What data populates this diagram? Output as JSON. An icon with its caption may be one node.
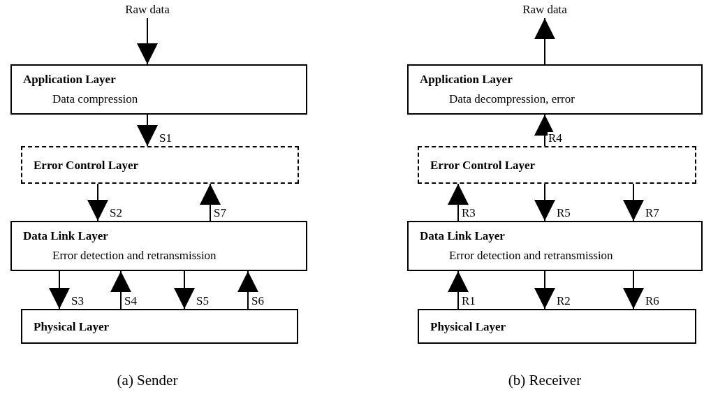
{
  "diagram": {
    "nodes": [
      {
        "text": [
          "Raw data"
        ]
      },
      {
        "text": [
          "Application Layer",
          "Data compression"
        ]
      },
      {
        "text": [
          "Error Control Layer"
        ]
      },
      {
        "text": [
          "Data Link Layer",
          "Error detection and retransmission"
        ]
      },
      {
        "text": [
          "Physical Layer"
        ]
      },
      {
        "text": [
          "Raw data"
        ]
      },
      {
        "text": [
          "Application Layer",
          "Data decompression, error"
        ]
      },
      {
        "text": [
          "Error Control Layer"
        ]
      },
      {
        "text": [
          "Data Link Layer",
          "Error detection and retransmission"
        ]
      },
      {
        "text": [
          "Physical Layer"
        ]
      }
    ],
    "edges": [
      {
        "from": 0,
        "to": 1,
        "arrow": "to"
      },
      {
        "from": 1,
        "to": 2,
        "arrow": "to",
        "label": "S1"
      },
      {
        "from": 2,
        "to": 3,
        "arrow": "to",
        "label": "S2"
      },
      {
        "from": 3,
        "to": 2,
        "arrow": "to",
        "label": "S7"
      },
      {
        "from": 3,
        "to": 4,
        "arrow": "to",
        "label": "S3"
      },
      {
        "from": 4,
        "to": 3,
        "arrow": "to",
        "label": "S4"
      },
      {
        "from": 3,
        "to": 4,
        "arrow": "to",
        "label": "S5"
      },
      {
        "from": 4,
        "to": 3,
        "arrow": "to",
        "label": "S6"
      },
      {
        "from": 6,
        "to": 5,
        "arrow": "to"
      },
      {
        "from": 7,
        "to": 6,
        "arrow": "to",
        "label": "R4"
      },
      {
        "from": 8,
        "to": 7,
        "arrow": "to",
        "label": "R3"
      },
      {
        "from": 7,
        "to": 8,
        "arrow": "to",
        "label": "R5"
      },
      {
        "from": 7,
        "to": 8,
        "arrow": "to",
        "label": "R7"
      },
      {
        "from": 9,
        "to": 8,
        "arrow": "to",
        "label": "R1"
      },
      {
        "from": 8,
        "to": 9,
        "arrow": "to",
        "label": "R2"
      },
      {
        "from": 8,
        "to": 9,
        "arrow": "to",
        "label": "R6"
      }
    ],
    "labels": [
      "(a) Sender",
      "(b) Receiver"
    ]
  }
}
